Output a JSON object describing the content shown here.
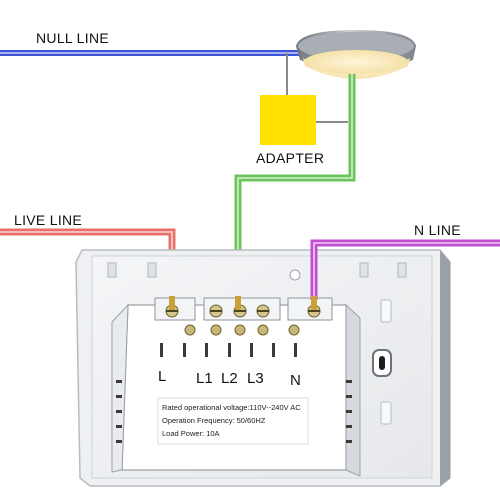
{
  "labels": {
    "null_line": "NULL LINE",
    "adapter": "ADAPTER",
    "live_line": "LIVE LINE",
    "n_line": "N LINE"
  },
  "terminals": {
    "l": "L",
    "l1": "L1",
    "l2": "L2",
    "l3": "L3",
    "n": "N"
  },
  "specs": {
    "voltage": "Rated operational voltage:110V--240V AC",
    "frequency": "Operation Frequency: 50/60HZ",
    "load": "Load Power: 10A"
  },
  "colors": {
    "null_line": "#3b55d6",
    "live_line": "#e8706a",
    "n_line": "#c24fd0",
    "control_wire": "#6cc35c",
    "adapter": "#ffe000",
    "gray_wire": "#888888",
    "lamp_light": "#fbe9b2",
    "lamp_rim": "#8a8f96"
  }
}
